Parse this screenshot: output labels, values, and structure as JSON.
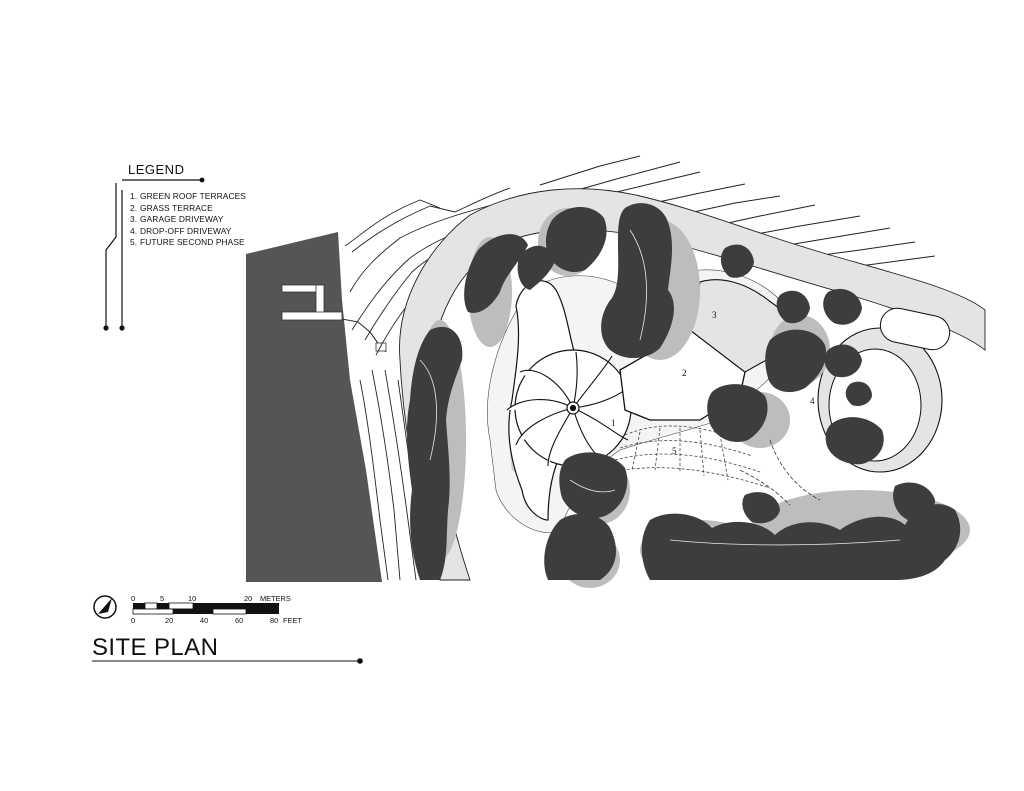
{
  "legend": {
    "title": "LEGEND",
    "items": [
      {
        "num": "1.",
        "label": "GREEN ROOF TERRACES"
      },
      {
        "num": "2.",
        "label": "GRASS TERRACE"
      },
      {
        "num": "3.",
        "label": "GARAGE DRIVEWAY"
      },
      {
        "num": "4.",
        "label": "DROP-OFF DRIVEWAY"
      },
      {
        "num": "5.",
        "label": "FUTURE SECOND PHASE"
      }
    ]
  },
  "scale_bar": {
    "meters_ticks": [
      "0",
      "5",
      "10",
      "20"
    ],
    "meters_unit": "METERS",
    "feet_ticks": [
      "0",
      "20",
      "40",
      "60",
      "80"
    ],
    "feet_unit": "FEET"
  },
  "title": "SITE PLAN",
  "plan_labels": [
    "1",
    "2",
    "3",
    "4",
    "5"
  ],
  "colors": {
    "ink": "#111111",
    "water": "#555555",
    "tree_canopy": "#3d3d3d",
    "tree_shadow": "#bdbdbd",
    "paving": "#e4e4e4",
    "terrace": "#cfcfcf"
  }
}
